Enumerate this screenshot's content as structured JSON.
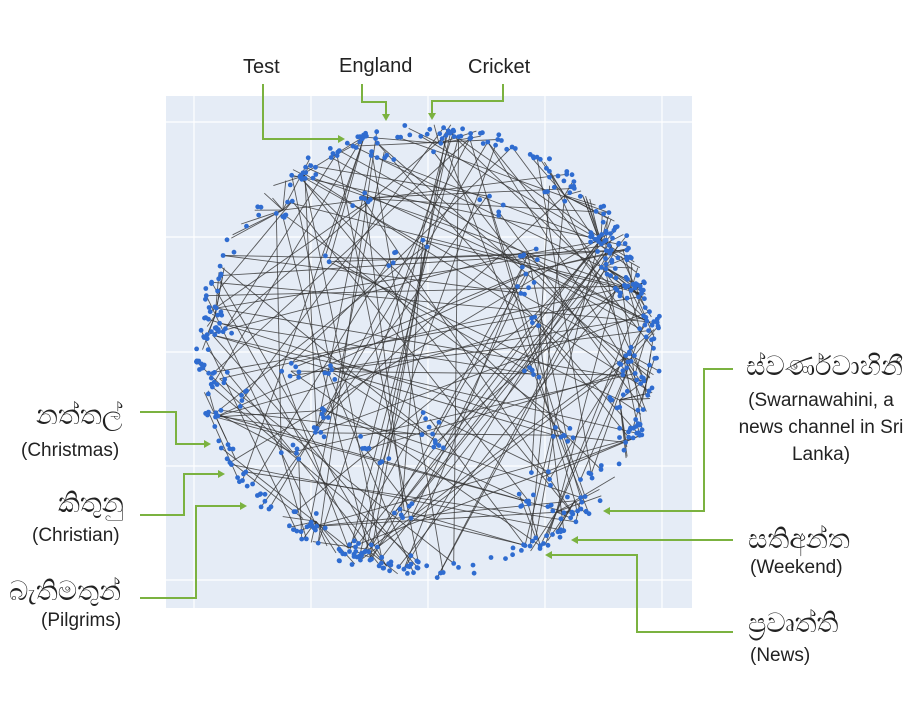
{
  "colors": {
    "panel_bg": "#e5ecf6",
    "grid": "#ffffff",
    "node": "#2f6cd0",
    "edge": "#333333",
    "callout": "#7bb240"
  },
  "top_labels": {
    "test": "Test",
    "england": "England",
    "cricket": "Cricket"
  },
  "left_labels": {
    "christmas": {
      "sinhala": "නත්තල්",
      "english": "(Christmas)"
    },
    "christian": {
      "sinhala": "කිතුනු",
      "english": "(Christian)"
    },
    "pilgrims": {
      "sinhala": "බැතිමතුන්",
      "english": "(Pilgrims)"
    }
  },
  "right_labels": {
    "swarnawahini": {
      "sinhala": "ස්වර්ණවාහිනී",
      "english": "(Swarnawahini, a news channel in Sri Lanka)"
    },
    "weekend": {
      "sinhala": "සතිඅන්ත",
      "english": "(Weekend)"
    },
    "news": {
      "sinhala": "ප්‍රවෘත්ති",
      "english": "(News)"
    }
  }
}
